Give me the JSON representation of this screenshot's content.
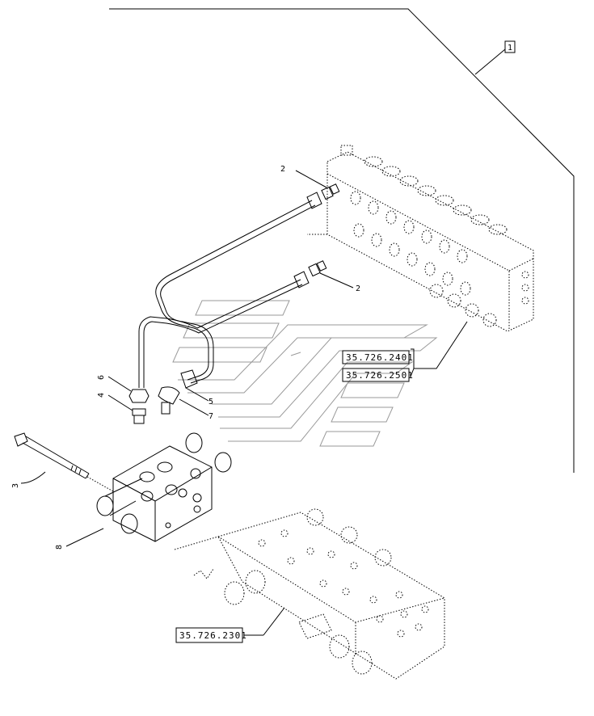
{
  "callouts": {
    "frame_ref": "1",
    "item_2_top": "2",
    "item_2_mid": "2",
    "item_6": "6",
    "item_4": "4",
    "item_5": "5",
    "item_7": "7",
    "item_3": "3",
    "item_8": "8"
  },
  "references": {
    "ref_top": "35.726.2401",
    "ref_mid": "35.726.2501",
    "ref_bottom": "35.726.2301"
  }
}
